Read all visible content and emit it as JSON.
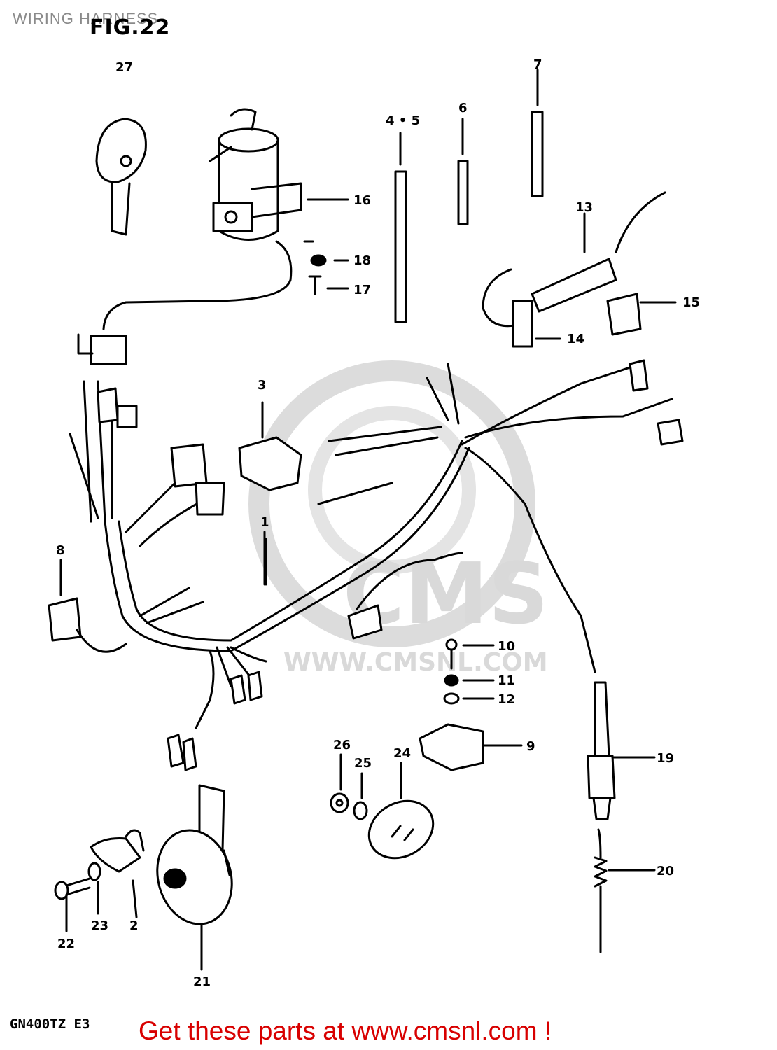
{
  "header": {
    "title": "WIRING HARNESS",
    "figure": "FIG.22"
  },
  "watermark": {
    "logo_text": "CMS",
    "url_text": "WWW.CMSNL.COM"
  },
  "callouts": {
    "c1": "1",
    "c2": "2",
    "c3": "3",
    "c45": "4 • 5",
    "c6": "6",
    "c7": "7",
    "c8": "8",
    "c9": "9",
    "c10": "10",
    "c11": "11",
    "c12": "12",
    "c13": "13",
    "c14": "14",
    "c15": "15",
    "c16": "16",
    "c17": "17",
    "c18": "18",
    "c19": "19",
    "c20": "20",
    "c21": "21",
    "c22": "22",
    "c23": "23",
    "c24": "24",
    "c25": "25",
    "c26": "26",
    "c27": "27"
  },
  "footer": {
    "model": "GN400TZ E3",
    "cta": "Get these parts at www.cmsnl.com !"
  },
  "colors": {
    "line": "#000000",
    "watermark": "#d9d9d9",
    "cta": "#d80000",
    "title_gray": "#8a8a8a"
  }
}
